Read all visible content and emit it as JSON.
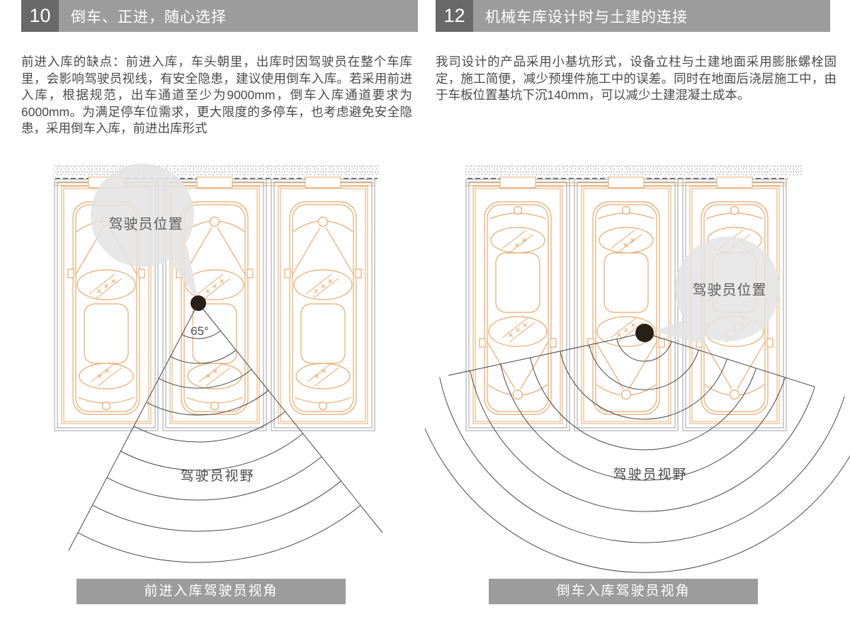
{
  "left": {
    "number": "10",
    "title": "倒车、正进，随心选择",
    "paragraph": "前进入库的缺点：前进入库，车头朝里，出库时因驾驶员在整个车库里，会影响驾驶员视线，有安全隐患，建议使用倒车入库。若采用前进入库，根据规范，出车通道至少为9000mm，倒车入库通道要求为6000mm。为满足停车位需求，更大限度的多停车，也考虑避免安全隐患，采用倒车入库，前进出库形式",
    "diagram": {
      "driver_position_label": "驾驶员位置",
      "angle_label": "65°",
      "view_label": "驾驶员视野"
    },
    "caption": "前进入库驾驶员视角"
  },
  "right": {
    "number": "12",
    "title": "机械车库设计时与土建的连接",
    "paragraph": "我司设计的产品采用小基坑形式，设备立柱与土建地面采用膨胀螺栓固定，施工简便，减少预埋件施工中的误差。同时在地面后浇层施工中，由于车板位置基坑下沉140mm，可以减少土建混凝土成本。",
    "diagram": {
      "driver_position_label": "驾驶员位置",
      "view_label": "驾驶员视野"
    },
    "caption": "倒车入库驾驶员视角"
  },
  "colors": {
    "header_bar": "#9c9c9c",
    "header_number_box": "#696969",
    "caption_bar": "#9c9c9c",
    "body_text": "#4a4a4a",
    "diagram_orange": "#e9a96b",
    "diagram_gray": "#a0a0a0",
    "cone_line": "#474747",
    "driver_dot": "#281f16",
    "callout_fill": "#e4e4e4"
  }
}
